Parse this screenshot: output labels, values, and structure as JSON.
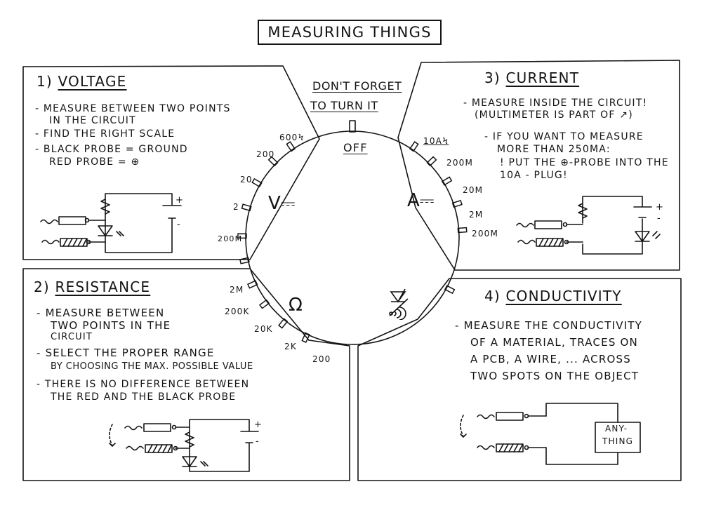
{
  "title": "MEASURING THINGS",
  "reminder": [
    "DON'T FORGET",
    "TO TURN IT"
  ],
  "sections": {
    "voltage": {
      "number": "1)",
      "heading": "VOLTAGE",
      "lines": [
        "- MEASURE BETWEEN TWO POINTS",
        "IN THE CIRCUIT",
        "- FIND THE RIGHT SCALE",
        "- BLACK PROBE = GROUND",
        "RED PROBE = ⊕"
      ]
    },
    "current": {
      "number": "3)",
      "heading": "CURRENT",
      "lines": [
        "- MEASURE INSIDE THE CIRCUIT!",
        "(MULTIMETER IS PART OF ↗)",
        "- IF YOU WANT TO MEASURE",
        "MORE THAN 250mA:",
        "! PUT THE ⊕-PROBE INTO THE",
        "10A - PLUG!"
      ]
    },
    "resistance": {
      "number": "2)",
      "heading": "RESISTANCE",
      "lines": [
        "- MEASURE BETWEEN",
        "TWO POINTS IN THE",
        "CIRCUIT",
        "- SELECT THE PROPER RANGE",
        "BY CHOOSING THE MAX. POSSIBLE VALUE",
        "- THERE IS NO DIFFERENCE BETWEEN",
        "THE RED AND THE BLACK PROBE"
      ]
    },
    "conductivity": {
      "number": "4)",
      "heading": "CONDUCTIVITY",
      "lines": [
        "- MEASURE THE CONDUCTIVITY",
        "OF A MATERIAL, TRACES ON",
        "A PCB, A WIRE, ... ACROSS",
        "TWO SPOTS ON THE OBJECT"
      ],
      "box_label": [
        "ANY-",
        "THING"
      ]
    }
  },
  "dial": {
    "off": "OFF",
    "mode_voltage": "V⎓",
    "mode_current": "A⎓",
    "mode_resistance": "Ω",
    "voltage_ticks": [
      "600ϟ",
      "200",
      "20",
      "2",
      "200m"
    ],
    "current_ticks": [
      "10Aϟ",
      "200m",
      "20m",
      "2m",
      "200µ"
    ],
    "resistance_ticks": [
      "2M",
      "200K",
      "20K",
      "2K",
      "200"
    ]
  },
  "circuit_signs": {
    "plus": "+",
    "minus": "-"
  },
  "colors": {
    "ink": "#141414",
    "paper": "#ffffff"
  }
}
